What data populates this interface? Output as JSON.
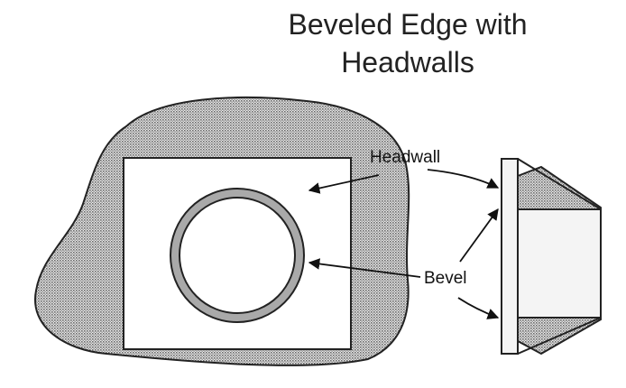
{
  "title": {
    "line1": "Beveled Edge with",
    "line2": "Headwalls"
  },
  "labels": {
    "headwall": "Headwall",
    "bevel": "Bevel"
  },
  "colors": {
    "ink": "#222222",
    "hatch_fill": "#b8b8b8",
    "ring_fill": "#a9a9a9",
    "face_fill": "#ffffff",
    "panel_fill": "#f4f4f4"
  }
}
